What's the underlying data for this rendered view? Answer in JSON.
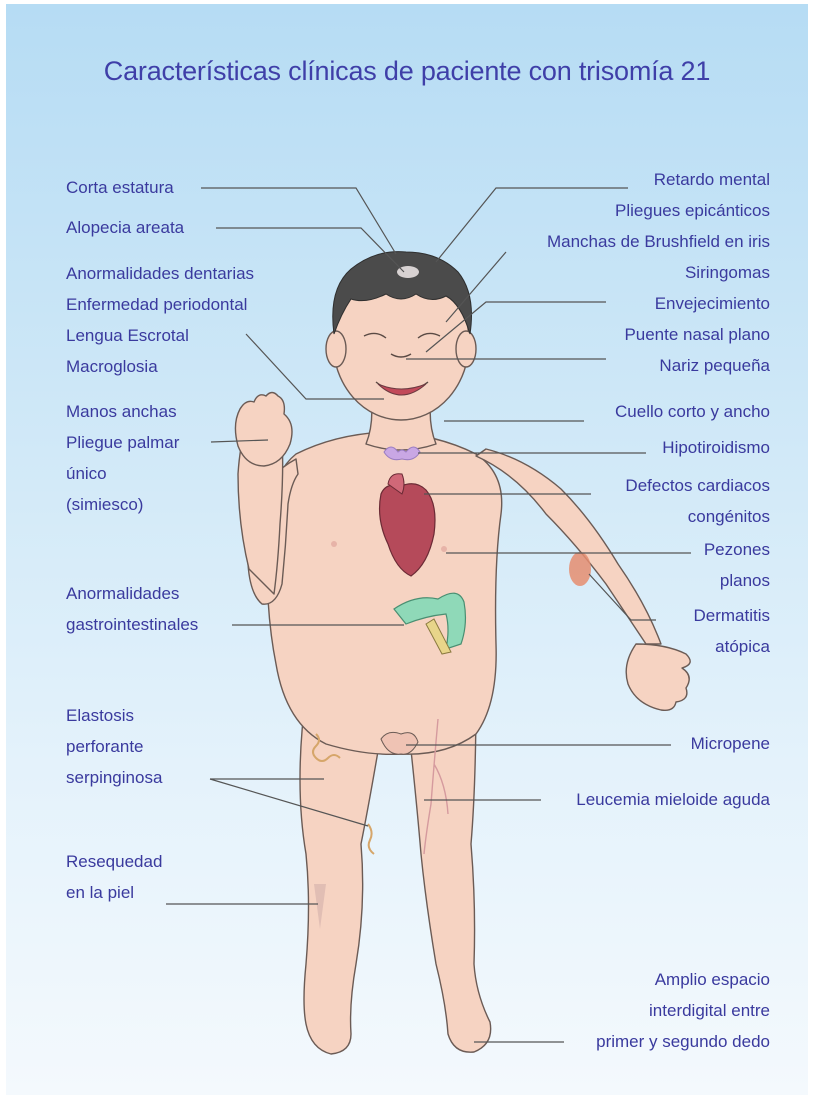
{
  "title": "Características clínicas de paciente con trisomía 21",
  "colors": {
    "label_text": "#3a3a9e",
    "leader_line": "#555555",
    "skin": "#f6d3c2",
    "heart": "#b54a5a",
    "thyroid": "#c9a7e4",
    "intestine": "#8fd9b8"
  },
  "labels_left": {
    "corta_estatura": "Corta estatura",
    "alopecia": "Alopecia areata",
    "anormalidades_dentarias": "Anormalidades dentarias",
    "enfermedad_periodontal": "Enfermedad periodontal",
    "lengua_escrotal": "Lengua Escrotal",
    "macroglosia": "Macroglosia",
    "manos_anchas": "Manos anchas",
    "pliegue_palmar": "Pliegue palmar",
    "unico": "único",
    "simiesco": "(simiesco)",
    "anormalidades_gi_1": "Anormalidades",
    "anormalidades_gi_2": "gastrointestinales",
    "elastosis_1": "Elastosis",
    "elastosis_2": "perforante",
    "elastosis_3": "serpinginosa",
    "resequedad_1": "Resequedad",
    "resequedad_2": "en la piel"
  },
  "labels_right": {
    "retardo_mental": "Retardo mental",
    "pliegues_epicanticos": "Pliegues epicánticos",
    "manchas_brushfield": "Manchas de Brushfield en iris",
    "siringomas": "Siringomas",
    "envejecimiento": "Envejecimiento",
    "puente_nasal": "Puente nasal plano",
    "nariz_pequena": "Nariz pequeña",
    "cuello": "Cuello corto y ancho",
    "hipotiroidismo": "Hipotiroidismo",
    "defectos_1": "Defectos cardiacos",
    "defectos_2": "congénitos",
    "pezones_1": "Pezones",
    "pezones_2": "planos",
    "dermatitis_1": "Dermatitis",
    "dermatitis_2": "atópica",
    "micropene": "Micropene",
    "leucemia": "Leucemia mieloide aguda",
    "amplio_1": "Amplio espacio",
    "amplio_2": "interdigital entre",
    "amplio_3": "primer y segundo dedo"
  }
}
